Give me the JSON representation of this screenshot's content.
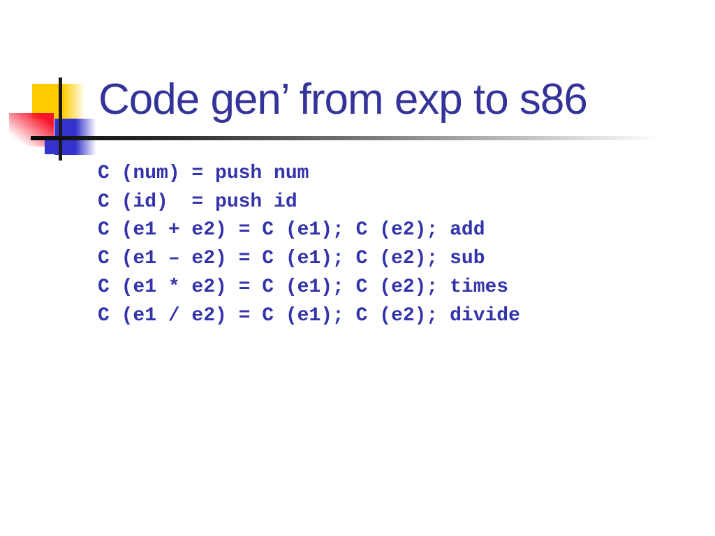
{
  "slide": {
    "title": "Code gen’ from exp to s86",
    "code_lines": [
      "C (num) = push num",
      "C (id)  = push id",
      "C (e1 + e2) = C (e1); C (e2); add",
      "C (e1 – e2) = C (e1); C (e2); sub",
      "C (e1 * e2) = C (e1); C (e2); times",
      "C (e1 / e2) = C (e1); C (e2); divide"
    ],
    "colors": {
      "title_text": "#333399",
      "code_text": "#3333aa",
      "accent_yellow": "#ffcc00",
      "accent_red": "#f8142b",
      "accent_blue": "#3333cc",
      "crosshair_black": "#1a1a1a"
    }
  }
}
